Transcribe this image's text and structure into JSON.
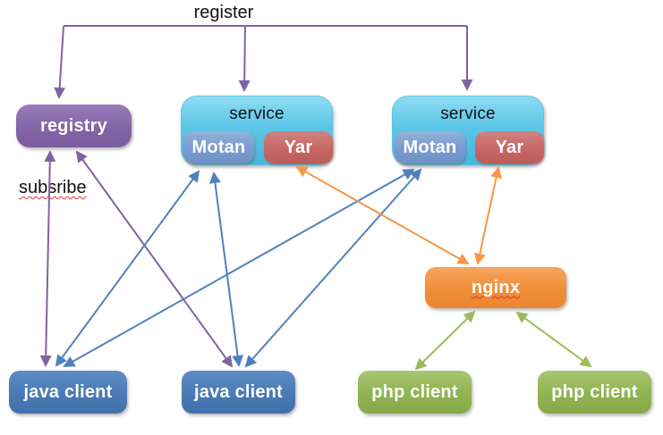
{
  "diagram": {
    "connector_labels": {
      "register": "register",
      "subscribe": "subsribe"
    },
    "nodes": {
      "registry": {
        "label": "registry"
      },
      "service1": {
        "label": "service",
        "motan": "Motan",
        "yar": "Yar"
      },
      "service2": {
        "label": "service",
        "motan": "Motan",
        "yar": "Yar"
      },
      "nginx": {
        "label": "nginx"
      },
      "java_client_1": {
        "label": "java client"
      },
      "java_client_2": {
        "label": "java client"
      },
      "php_client_1": {
        "label": "php client"
      },
      "php_client_2": {
        "label": "php client"
      }
    },
    "colors": {
      "purple_arrow": "#8064A2",
      "blue_arrow": "#4F81BD",
      "orange_arrow": "#F79646",
      "green_arrow": "#9BBB59",
      "registry_fill": "#8667A9",
      "service_fill": "#5CC6E8",
      "motan_fill": "#7B9CD0",
      "yar_fill": "#C66764",
      "nginx_fill": "#F08E38",
      "java_client_fill": "#4A79B4",
      "php_client_fill": "#90B351",
      "spellcheck_underline": "#E83030"
    },
    "edges": [
      {
        "id": "register-line",
        "label": "register",
        "color": "purple",
        "type": "polyline",
        "arrows_into": [
          "registry",
          "service1",
          "service2"
        ]
      },
      {
        "id": "subscribe-line",
        "label": "subsribe",
        "color": "purple",
        "bidirectional": true,
        "between": [
          "registry",
          "java_client_1"
        ]
      },
      {
        "id": "registry-java2",
        "color": "purple",
        "bidirectional": true,
        "between": [
          "registry",
          "java_client_2"
        ]
      },
      {
        "id": "java1-motan1",
        "color": "blue",
        "bidirectional": true,
        "between": [
          "java_client_1",
          "service1.motan"
        ]
      },
      {
        "id": "java2-motan1",
        "color": "blue",
        "bidirectional": true,
        "between": [
          "java_client_2",
          "service1.motan"
        ]
      },
      {
        "id": "java1-motan2",
        "color": "blue",
        "bidirectional": true,
        "between": [
          "java_client_1",
          "service2.motan"
        ]
      },
      {
        "id": "java2-motan2",
        "color": "blue",
        "bidirectional": true,
        "between": [
          "java_client_2",
          "service2.motan"
        ]
      },
      {
        "id": "yar1-nginx",
        "color": "orange",
        "bidirectional": true,
        "between": [
          "service1.yar",
          "nginx"
        ]
      },
      {
        "id": "yar2-nginx",
        "color": "orange",
        "bidirectional": true,
        "between": [
          "service2.yar",
          "nginx"
        ]
      },
      {
        "id": "nginx-php1",
        "color": "green",
        "bidirectional": true,
        "between": [
          "nginx",
          "php_client_1"
        ]
      },
      {
        "id": "nginx-php2",
        "color": "green",
        "bidirectional": true,
        "between": [
          "nginx",
          "php_client_2"
        ]
      }
    ]
  }
}
